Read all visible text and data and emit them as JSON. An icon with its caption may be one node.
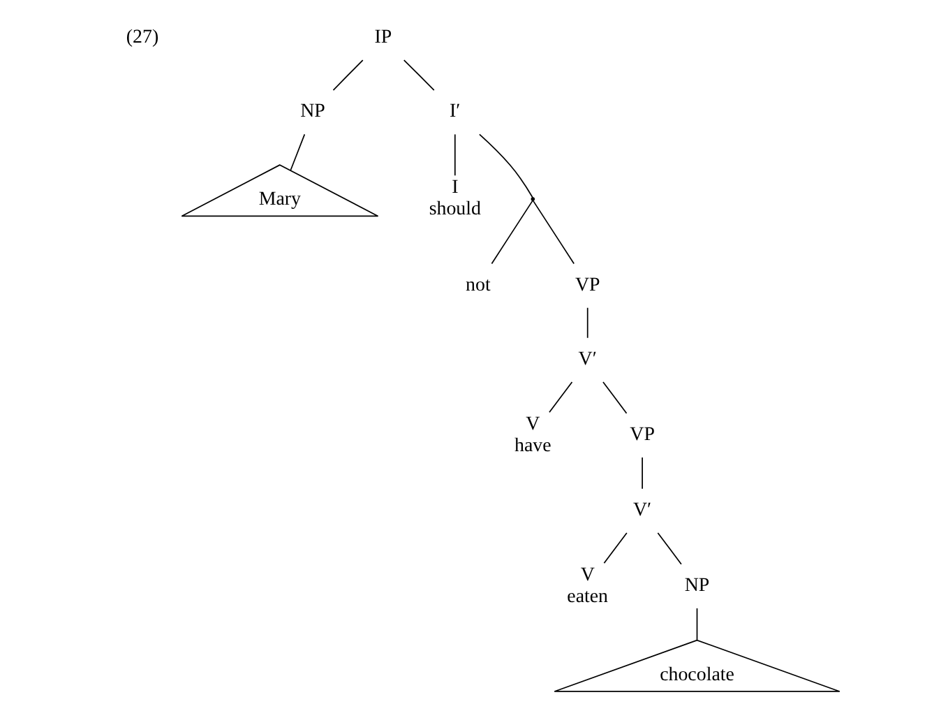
{
  "diagram": {
    "nodes": [
      {
        "text": [
          "IP"
        ]
      },
      {
        "text": [
          "NP"
        ]
      },
      {
        "text": [
          "Mary"
        ]
      },
      {
        "text": [
          "I′"
        ]
      },
      {
        "text": [
          "I",
          "should"
        ]
      },
      {
        "text": [],
        "shape": "point"
      },
      {
        "text": [
          "not"
        ]
      },
      {
        "text": [
          "VP"
        ]
      },
      {
        "text": [
          "V′"
        ]
      },
      {
        "text": [
          "V",
          "have"
        ]
      },
      {
        "text": [
          "VP"
        ]
      },
      {
        "text": [
          "V′"
        ]
      },
      {
        "text": [
          "V",
          "eaten"
        ]
      },
      {
        "text": [
          "NP"
        ]
      },
      {
        "text": [
          "chocolate"
        ]
      }
    ],
    "edges": [
      {
        "from": 0,
        "to": 1,
        "arrow": "none"
      },
      {
        "from": 0,
        "to": 3,
        "arrow": "none"
      },
      {
        "from": 1,
        "to": 2,
        "arrow": "none"
      },
      {
        "from": 3,
        "to": 4,
        "arrow": "none"
      },
      {
        "from": 3,
        "to": 5,
        "arrow": "none"
      },
      {
        "from": 5,
        "to": 6,
        "arrow": "none"
      },
      {
        "from": 5,
        "to": 7,
        "arrow": "none"
      },
      {
        "from": 7,
        "to": 8,
        "arrow": "none"
      },
      {
        "from": 8,
        "to": 9,
        "arrow": "none"
      },
      {
        "from": 8,
        "to": 10,
        "arrow": "none"
      },
      {
        "from": 10,
        "to": 11,
        "arrow": "none"
      },
      {
        "from": 11,
        "to": 12,
        "arrow": "none"
      },
      {
        "from": 11,
        "to": 13,
        "arrow": "none"
      },
      {
        "from": 13,
        "to": 14,
        "arrow": "none"
      }
    ],
    "labels": [
      "(27)"
    ]
  }
}
